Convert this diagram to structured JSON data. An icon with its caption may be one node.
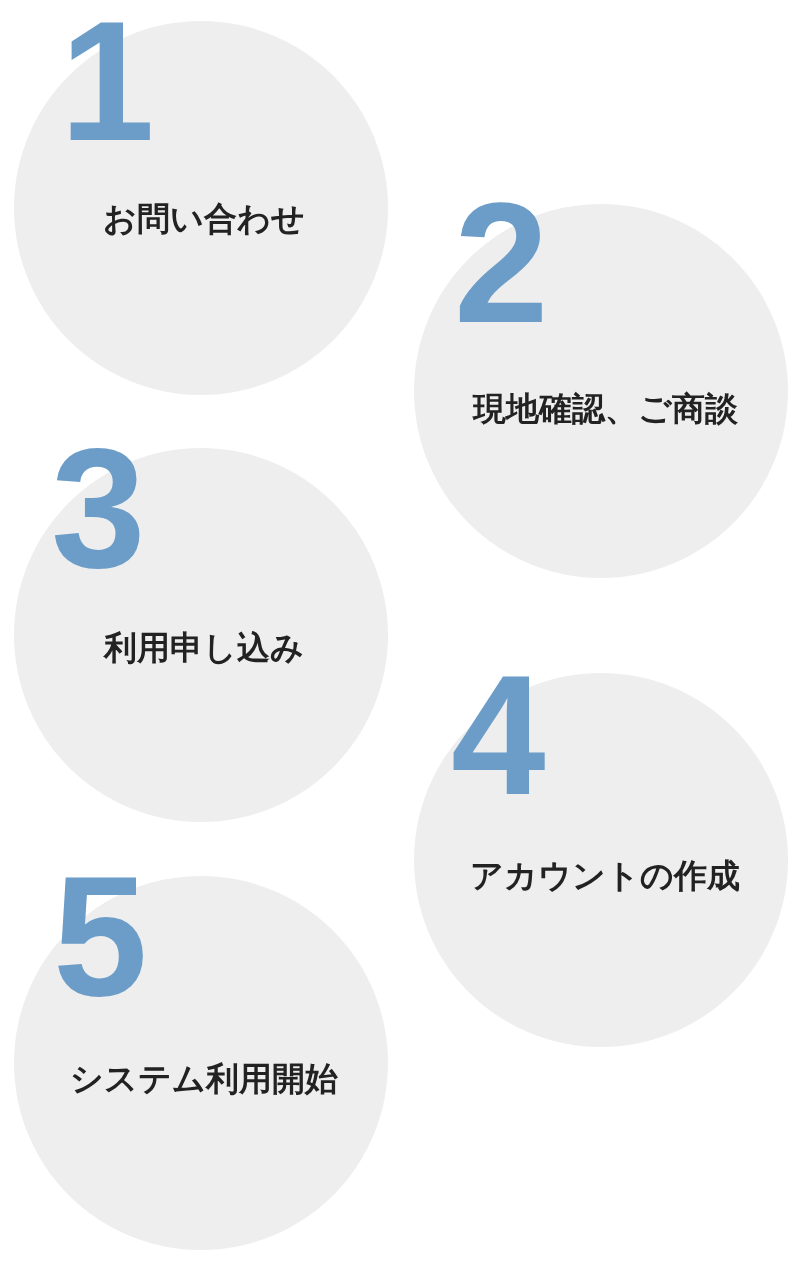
{
  "diagram": {
    "nodes": [
      {
        "text": [
          "1",
          "お問い合わせ"
        ]
      },
      {
        "text": [
          "2",
          "現地確認、ご商談"
        ]
      },
      {
        "text": [
          "3",
          "利用申し込み"
        ]
      },
      {
        "text": [
          "4",
          "アカウントの作成"
        ]
      },
      {
        "text": [
          "5",
          "システム利用開始"
        ]
      }
    ]
  }
}
